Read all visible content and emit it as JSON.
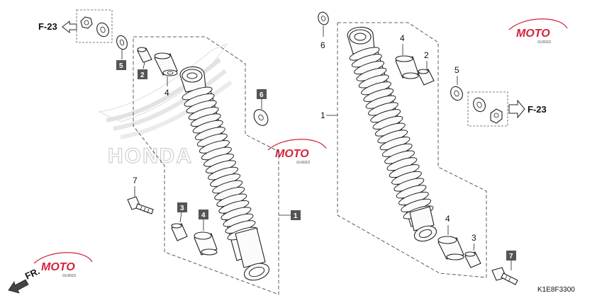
{
  "diagram": {
    "catalog_code": "K1E8F3300",
    "ref_left": "F-23",
    "ref_right": "F-23",
    "front_marker": "FR.",
    "watermark_text": "MOTO",
    "watermark_sub": "GUIDES",
    "honda_logo_text": "HONDA",
    "accent_color": "#d2233c",
    "box_color": "#555555",
    "left_callouts": {
      "c5": "5",
      "c2": "2",
      "c4a": "4",
      "c6": "6",
      "c7": "7",
      "c3": "3",
      "c4b": "4",
      "c1": "1"
    },
    "right_callouts": {
      "c6": "6",
      "c4a": "4",
      "c2": "2",
      "c5": "5",
      "c1": "1",
      "c4b": "4",
      "c3": "3",
      "c7": "7"
    }
  }
}
